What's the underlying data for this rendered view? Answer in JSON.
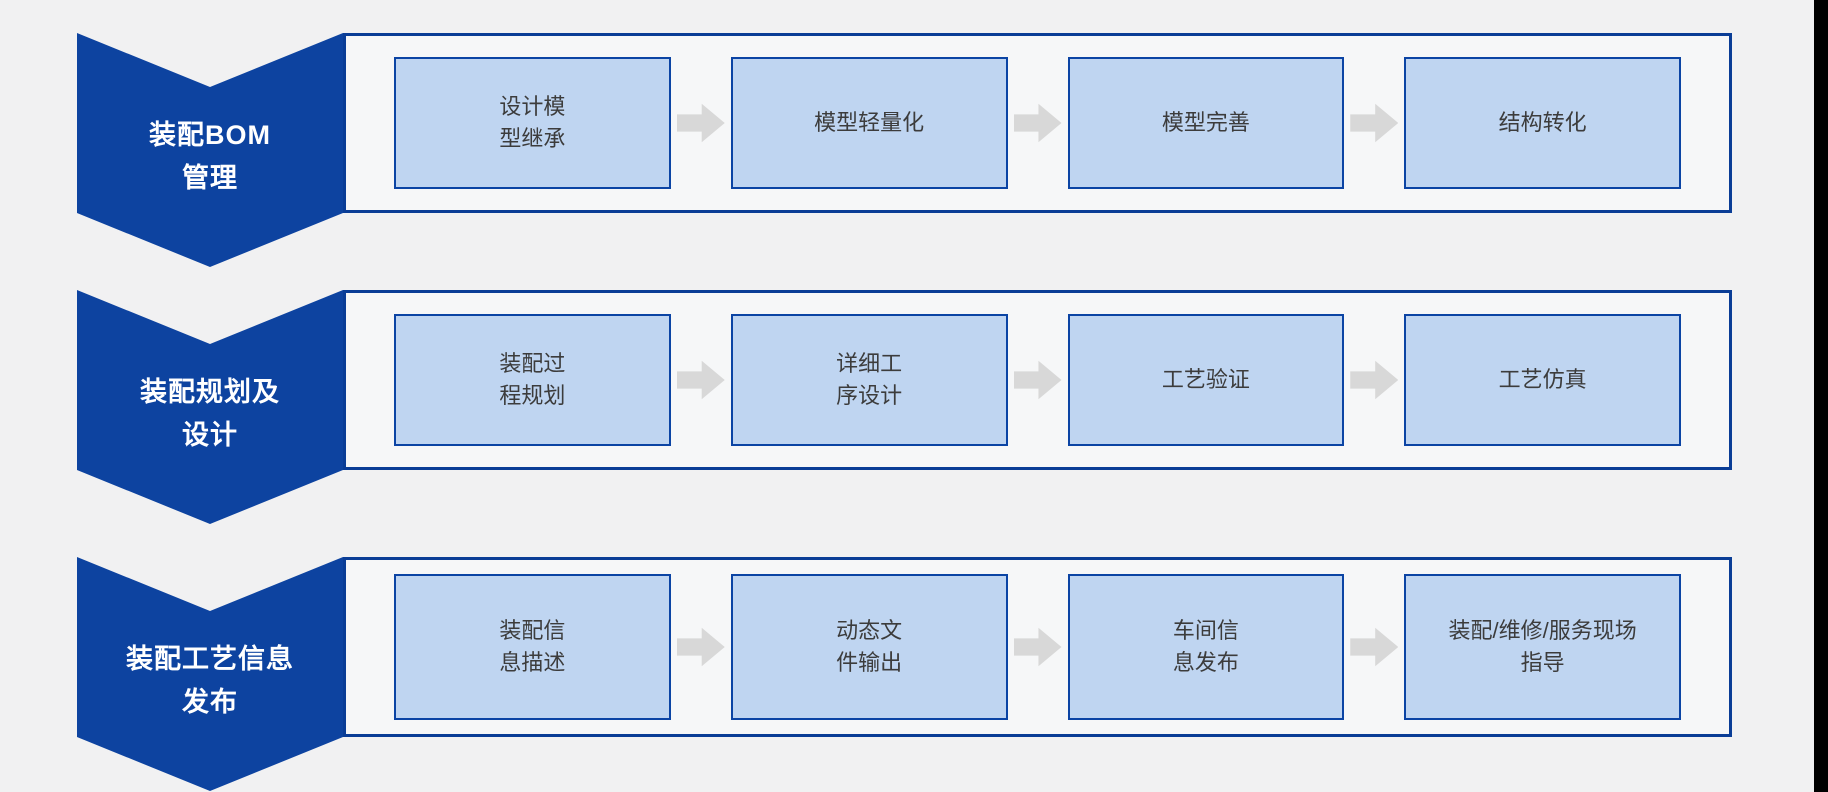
{
  "diagram": {
    "type": "process-flow",
    "rows": [
      {
        "label": "装配BOM\n管理",
        "steps": [
          "设计模\n型继承",
          "模型轻量化",
          "模型完善",
          "结构转化"
        ]
      },
      {
        "label": "装配规划及\n设计",
        "steps": [
          "装配过\n程规划",
          "详细工\n序设计",
          "工艺验证",
          "工艺仿真"
        ]
      },
      {
        "label": "装配工艺信息\n发布",
        "steps": [
          "装配信\n息描述",
          "动态文\n件输出",
          "车间信\n息发布",
          "装配/维修/服务现场\n指导"
        ]
      }
    ]
  },
  "colors": {
    "page_bg": "#F1F1F2",
    "panel_bg": "#F6F7F8",
    "panel_border": "#0A3D96",
    "chevron_blue": "#0D43A0",
    "chevron_text": "#FFFFFF",
    "box_fill": "#BFD5F1",
    "box_border": "#0B44A4",
    "box_text": "#3C3C3C",
    "arrow_gray": "#D8D8D8"
  }
}
